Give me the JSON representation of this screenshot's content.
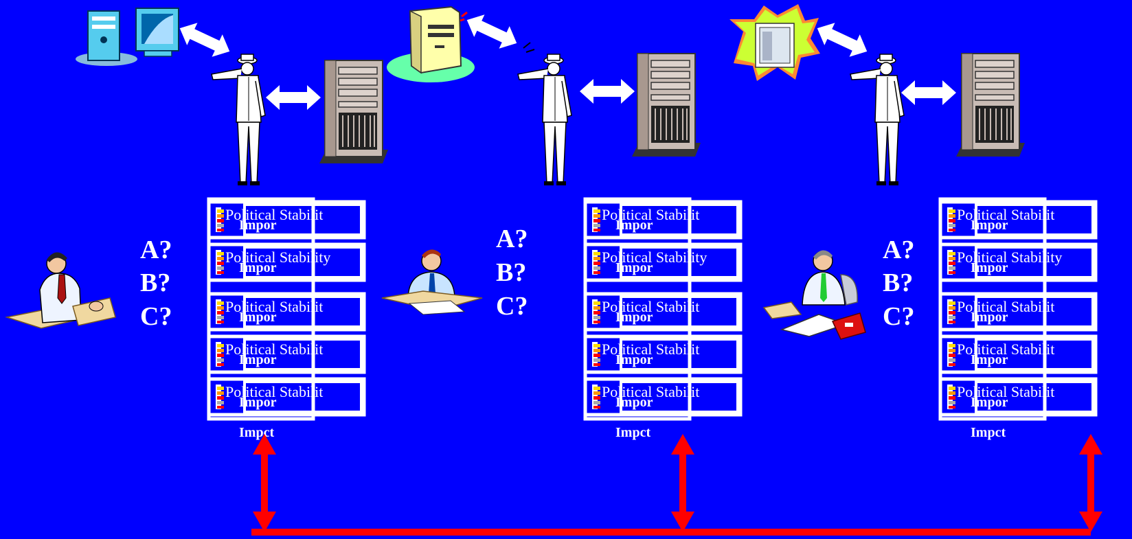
{
  "questions": [
    "A?",
    "B?",
    "C?"
  ],
  "cards": {
    "title_short": "Political Stabilit",
    "title_full": "Political Stability",
    "overlay_1": "Impor",
    "overlay_2": "Impct"
  },
  "colors": {
    "background": "#0000ff",
    "connector": "#ff0000",
    "arrow": "#ffffff",
    "card_border": "#ffffff"
  },
  "groups": [
    {
      "name": "group-left",
      "top_device": "desktop-computer-icon",
      "user": "businessman-reviewing-papers-icon"
    },
    {
      "name": "group-middle",
      "top_device": "server-on-pad-icon",
      "user": "businessman-writing-icon"
    },
    {
      "name": "group-right",
      "top_device": "server-splash-icon",
      "user": "businessman-seated-icon"
    }
  ]
}
